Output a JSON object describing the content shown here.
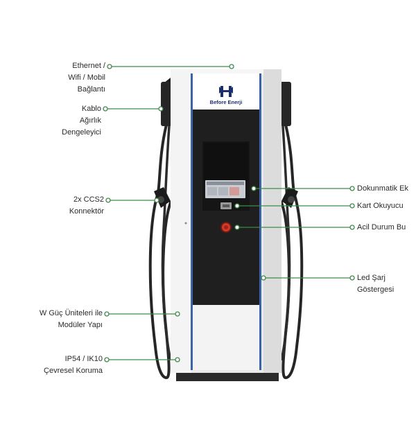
{
  "brand": {
    "name": "Before Enerji",
    "color": "#1c2f6b"
  },
  "callouts_left": [
    {
      "id": "network",
      "lines": [
        "Ethernet /",
        "Wifi / Mobil",
        "Bağlantı"
      ]
    },
    {
      "id": "cable",
      "lines": [
        "Kablo",
        "Ağırlık",
        "Dengeleyici"
      ]
    },
    {
      "id": "connector",
      "lines": [
        "2x CCS2",
        "Konnektör"
      ]
    },
    {
      "id": "power",
      "lines": [
        "W Güç Üniteleri ile",
        "Modüler Yapı"
      ]
    },
    {
      "id": "protection",
      "lines": [
        "IP54 / IK10",
        "Çevresel Koruma"
      ]
    }
  ],
  "callouts_right": [
    {
      "id": "touch",
      "lines": [
        "Dokunmatik Ek"
      ]
    },
    {
      "id": "card",
      "lines": [
        "Kart Okuyucu"
      ]
    },
    {
      "id": "emergency",
      "lines": [
        "Acil Durum Bu"
      ]
    },
    {
      "id": "led",
      "lines": [
        "Led Şarj",
        "Göstergesi"
      ]
    }
  ],
  "colors": {
    "leader": "#3e8a4a",
    "panel_dark": "#1f1f1f",
    "body_light": "#eeeeee",
    "accent_blue": "#3a63a8",
    "emergency_red": "#d23a2a"
  },
  "icons": [
    "brand-logo-icon",
    "touch-screen-icon",
    "card-reader-icon",
    "emergency-button-icon",
    "ccs2-connector-icon"
  ]
}
